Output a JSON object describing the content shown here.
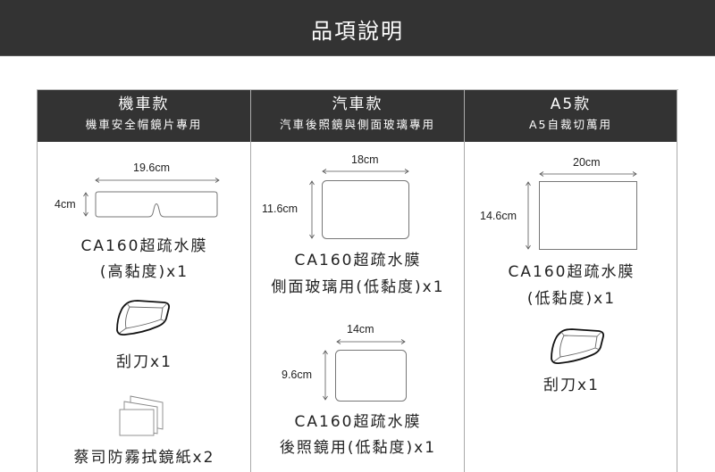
{
  "header": {
    "title": "品項說明"
  },
  "columns": [
    {
      "title": "機車款",
      "subtitle": "機車安全帽鏡片專用",
      "film": {
        "width_label": "19.6cm",
        "height_label": "4cm",
        "name": "CA160超疏水膜",
        "spec": "(高黏度)x1"
      },
      "scraper": {
        "label": "刮刀x1"
      },
      "wipes": {
        "label": "蔡司防霧拭鏡紙x2"
      }
    },
    {
      "title": "汽車款",
      "subtitle": "汽車後照鏡與側面玻璃專用",
      "film_side": {
        "width_label": "18cm",
        "height_label": "11.6cm",
        "name": "CA160超疏水膜",
        "spec": "側面玻璃用(低黏度)x1"
      },
      "film_mirror": {
        "width_label": "14cm",
        "height_label": "9.6cm",
        "name": "CA160超疏水膜",
        "spec": "後照鏡用(低黏度)x1"
      }
    },
    {
      "title": "A5款",
      "subtitle": "A5自裁切萬用",
      "film": {
        "width_label": "20cm",
        "height_label": "14.6cm",
        "name": "CA160超疏水膜",
        "spec": "(低黏度)x1"
      },
      "scraper": {
        "label": "刮刀x1"
      }
    }
  ],
  "colors": {
    "header_bg": "#333333",
    "header_text": "#ffffff",
    "line": "#888888"
  }
}
